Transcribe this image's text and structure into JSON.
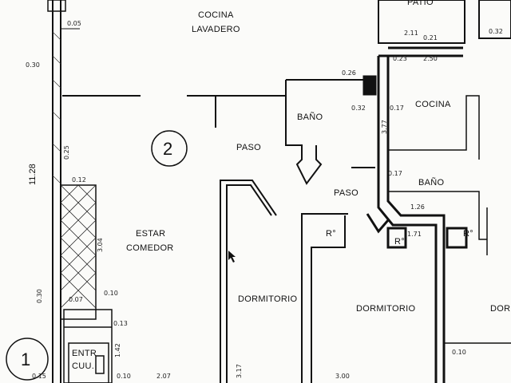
{
  "rooms": {
    "cocina_lavadero_1": "COCINA",
    "cocina_lavadero_2": "LAVADERO",
    "paso_left": "PASO",
    "paso_right": "PASO",
    "estar_1": "ESTAR",
    "estar_2": "COMEDOR",
    "dormitorio_left": "DORMITORIO",
    "dormitorio_right": "DORMITORIO",
    "dormitorio_edge": "DOR",
    "bano_upper": "BAÑO",
    "bano_lower": "BAÑO",
    "cocina_right": "COCINA",
    "patio": "PATIO",
    "r_mid": "R°",
    "r_right": "R°",
    "r_left": "R°",
    "entr_1": "ENTR",
    "entr_2": "CUU."
  },
  "unit_markers": {
    "one": "1",
    "two": "2"
  },
  "dimensions": {
    "d_005": "0.05",
    "d_030": "0.30",
    "d_1128": "11.28",
    "d_025": "0.25",
    "d_012": "0.12",
    "d_304": "3.04",
    "d_010a": "0.10",
    "d_030b": "0.30",
    "d_007": "0.07",
    "d_013": "0.13",
    "d_142": "1.42",
    "d_010b": "0.10",
    "d_015": "0.15",
    "d_207": "2.07",
    "d_211": "2.11",
    "d_021": "0.21",
    "d_023": "0.23",
    "d_250": "2.50",
    "d_026": "0.26",
    "d_032": "0.32",
    "d_017a": "0.17",
    "d_017b": "0.17",
    "d_377": "3.77",
    "d_126": "1.26",
    "d_171": "1.71",
    "d_032r": "0.32",
    "d_010c": "0.10",
    "d_300": "3.00",
    "d_317": "3.17"
  }
}
